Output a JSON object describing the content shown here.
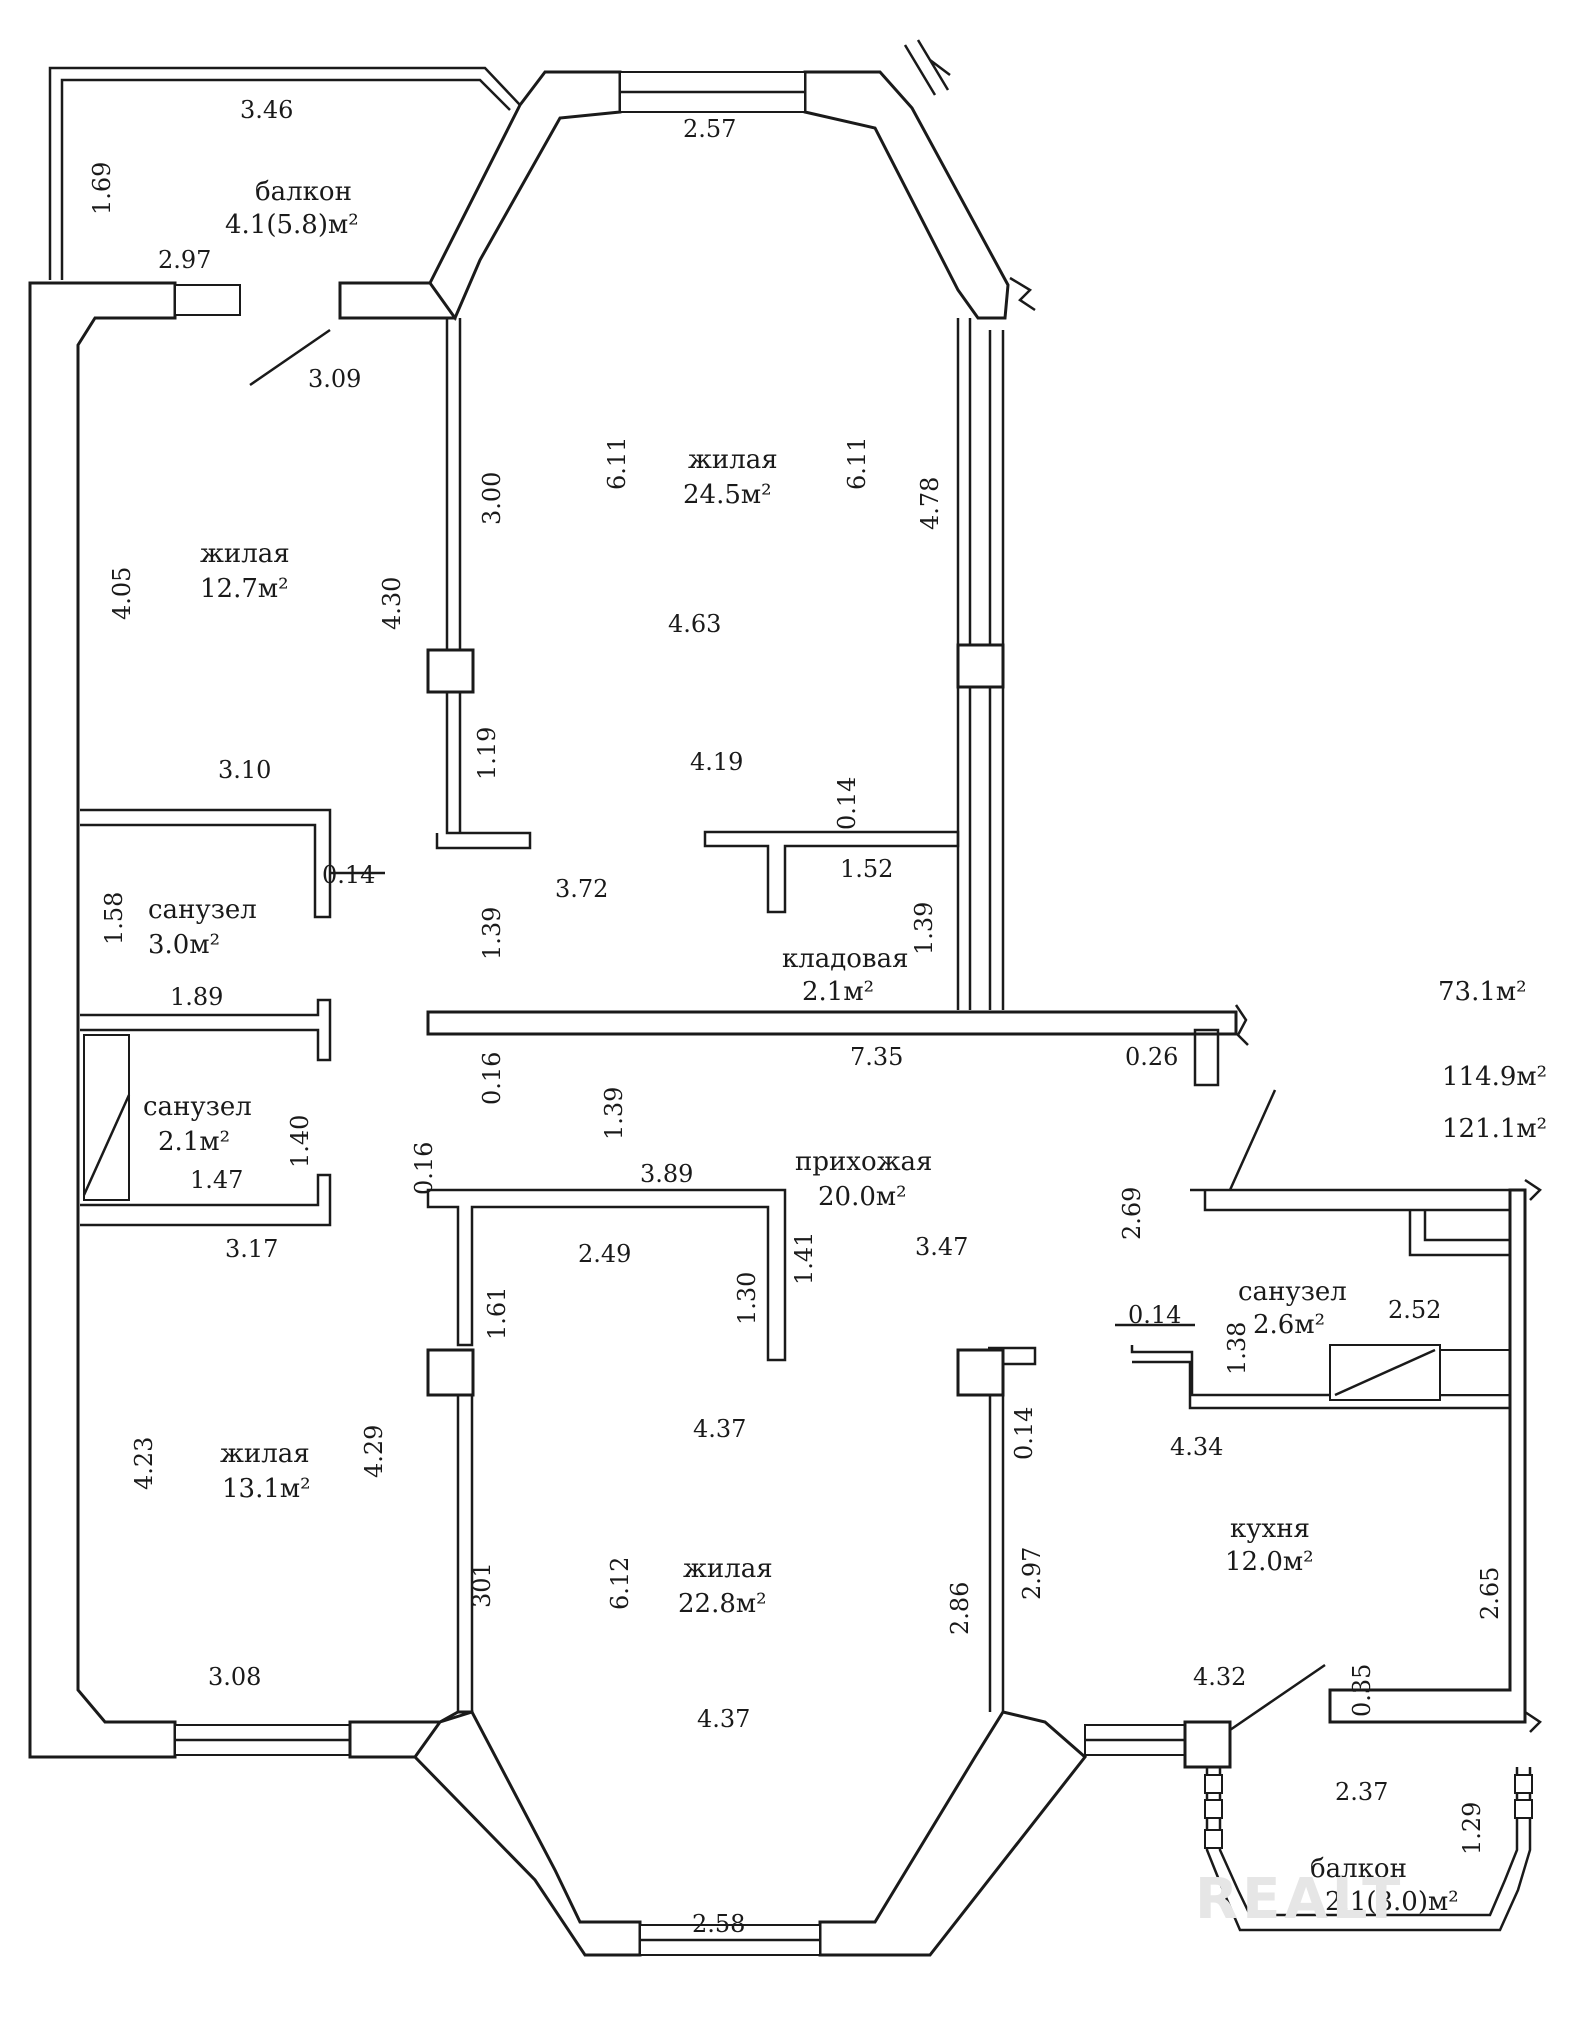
{
  "rooms": {
    "balcony_top": {
      "name": "балкон",
      "area": "4.1(5.8)м²"
    },
    "living_top_left": {
      "name": "жилая",
      "area": "12.7м²"
    },
    "living_top_center": {
      "name": "жилая",
      "area": "24.5м²"
    },
    "bath_1": {
      "name": "санузел",
      "area": "3.0м²"
    },
    "storage": {
      "name": "кладовая",
      "area": "2.1м²"
    },
    "bath_2": {
      "name": "санузел",
      "area": "2.1м²"
    },
    "hall": {
      "name": "прихожая",
      "area": "20.0м²"
    },
    "bath_3": {
      "name": "санузел",
      "area": "2.6м²"
    },
    "living_bottom_left": {
      "name": "жилая",
      "area": "13.1м²"
    },
    "living_bottom_center": {
      "name": "жилая",
      "area": "22.8м²"
    },
    "kitchen": {
      "name": "кухня",
      "area": "12.0м²"
    },
    "balcony_bottom": {
      "name": "балкон",
      "area": "2.1(3.0)м²"
    }
  },
  "totals": [
    "73.1м²",
    "114.9м²",
    "121.1м²"
  ],
  "dimensions": {
    "d346": "3.46",
    "d169": "1.69",
    "d297a": "2.97",
    "d309": "3.09",
    "d257": "2.57",
    "d300": "3.00",
    "d611a": "6.11",
    "d611b": "6.11",
    "d478": "4.78",
    "d405": "4.05",
    "d430": "4.30",
    "d463": "4.63",
    "d119": "1.19",
    "d419": "4.19",
    "d310": "3.10",
    "d014a": "0.14",
    "d014b": "0.14",
    "d158": "1.58",
    "d372": "3.72",
    "d139a": "1.39",
    "d152": "1.52",
    "d139b": "1.39",
    "d189": "1.89",
    "d016a": "0.16",
    "d735": "7.35",
    "d026": "0.26",
    "d139c": "1.39",
    "d140": "1.40",
    "d016b": "0.16",
    "d147": "1.47",
    "d389": "3.89",
    "d269": "2.69",
    "d317": "3.17",
    "d249": "2.49",
    "d130": "1.30",
    "d141": "1.41",
    "d347": "3.47",
    "d014c": "0.14",
    "d138": "1.38",
    "d252": "2.52",
    "d161": "1.61",
    "d437a": "4.37",
    "d014d": "0.14",
    "d434": "4.34",
    "d423": "4.23",
    "d429": "4.29",
    "d301": "301",
    "d612": "6.12",
    "d286": "2.86",
    "d297b": "2.97",
    "d265": "2.65",
    "d308": "3.08",
    "d437b": "4.37",
    "d432": "4.32",
    "d035": "0.35",
    "d237": "2.37",
    "d129": "1.29",
    "d258": "2.58"
  },
  "watermark": "REALT"
}
